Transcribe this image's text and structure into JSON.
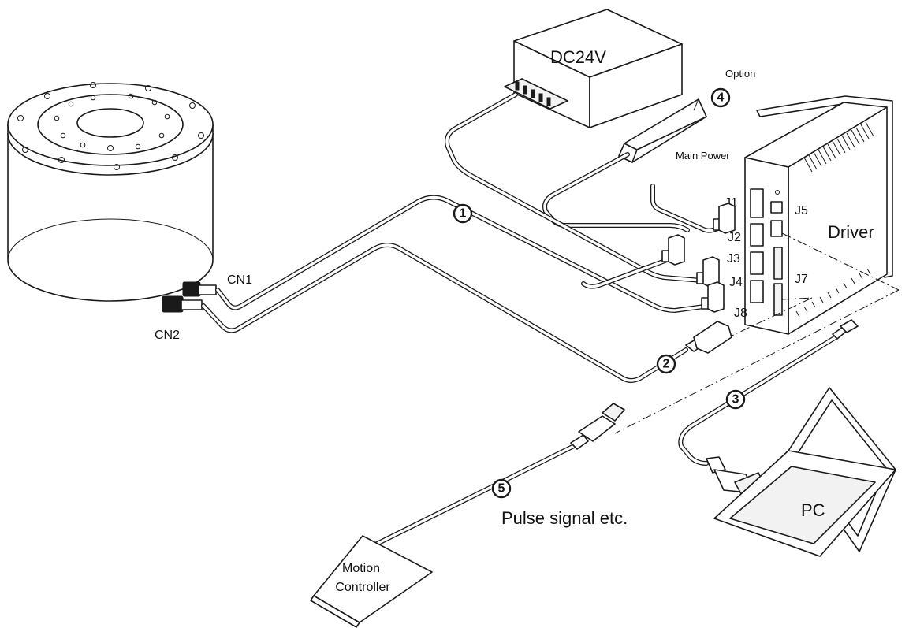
{
  "labels": {
    "dc24v": "DC24V",
    "option": "Option",
    "main_power": "Main Power",
    "driver": "Driver",
    "cn1": "CN1",
    "cn2": "CN2",
    "j1": "J1",
    "j2": "J2",
    "j3": "J3",
    "j4": "J4",
    "j5": "J5",
    "j7": "J7",
    "j8": "J8",
    "pulse_signal": "Pulse signal etc.",
    "motion_controller_line1": "Motion",
    "motion_controller_line2": "Controller",
    "pc": "PC"
  },
  "badges": {
    "b1": "1",
    "b2": "2",
    "b3": "3",
    "b4": "4",
    "b5": "5"
  }
}
